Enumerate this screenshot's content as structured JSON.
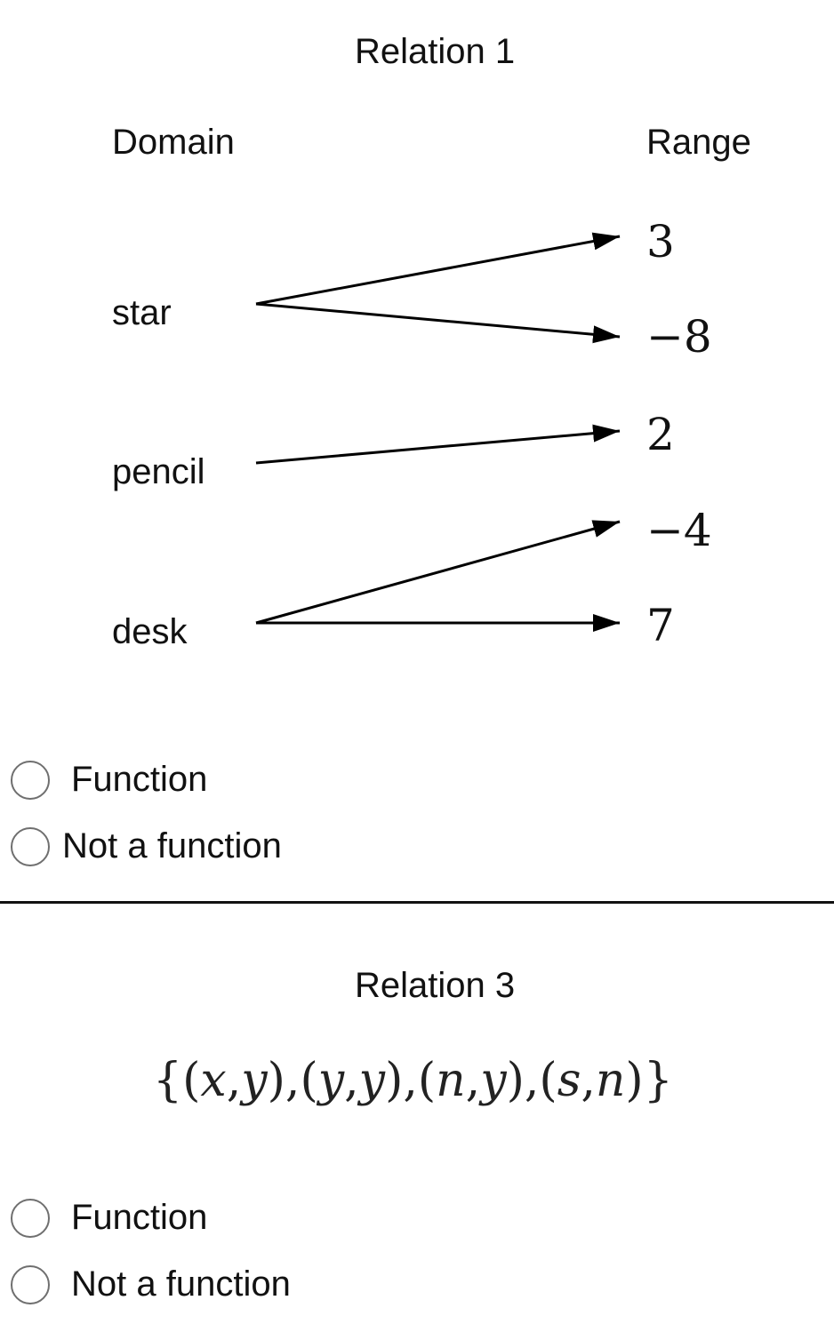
{
  "relation1": {
    "title": "Relation 1",
    "domain_header": "Domain",
    "range_header": "Range",
    "domain": [
      "star",
      "pencil",
      "desk"
    ],
    "range": [
      "3",
      "−8",
      "2",
      "−4",
      "7"
    ],
    "mappings": [
      {
        "from": "star",
        "to": "3"
      },
      {
        "from": "star",
        "to": "−8"
      },
      {
        "from": "pencil",
        "to": "2"
      },
      {
        "from": "desk",
        "to": "−4"
      },
      {
        "from": "desk",
        "to": "7"
      }
    ],
    "options": [
      "Function",
      "Not a function"
    ]
  },
  "relation3": {
    "title": "Relation 3",
    "set": {
      "open": "{",
      "close": "}",
      "pairs": [
        [
          "x",
          "y"
        ],
        [
          "y",
          "y"
        ],
        [
          "n",
          "y"
        ],
        [
          "s",
          "n"
        ]
      ]
    },
    "options": [
      "Function",
      "Not a function"
    ]
  }
}
